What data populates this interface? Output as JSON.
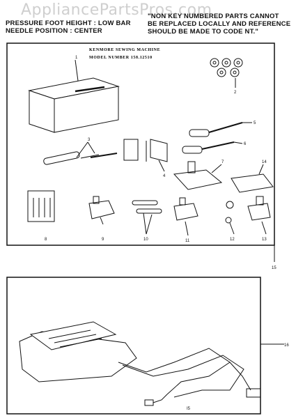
{
  "watermark": "AppliancePartsPros.com",
  "header_left": [
    "PRESSURE FOOT HEIGHT : LOW BAR",
    "NEEDLE POSITION : CENTER"
  ],
  "header_right": [
    "\"NON KEY NUMBERED PARTS CANNOT",
    "BE REPLACED LOCALLY AND REFERENCE",
    "SHOULD BE MADE TO CODE NT.\""
  ],
  "box_title_line1": "KENMORE SEWING MACHINE",
  "box_title_line2": "MODEL NUMBER 158.12510",
  "callouts": {
    "c1": "1",
    "c2": "2",
    "c3": "3",
    "c4": "4",
    "c5": "5",
    "c6": "6",
    "c7": "7",
    "c8": "8",
    "c9": "9",
    "c10": "10",
    "c11": "11",
    "c12": "12",
    "c13": "13",
    "c14": "14",
    "c15": "15",
    "c16": "16"
  },
  "bottom_code": "I5"
}
